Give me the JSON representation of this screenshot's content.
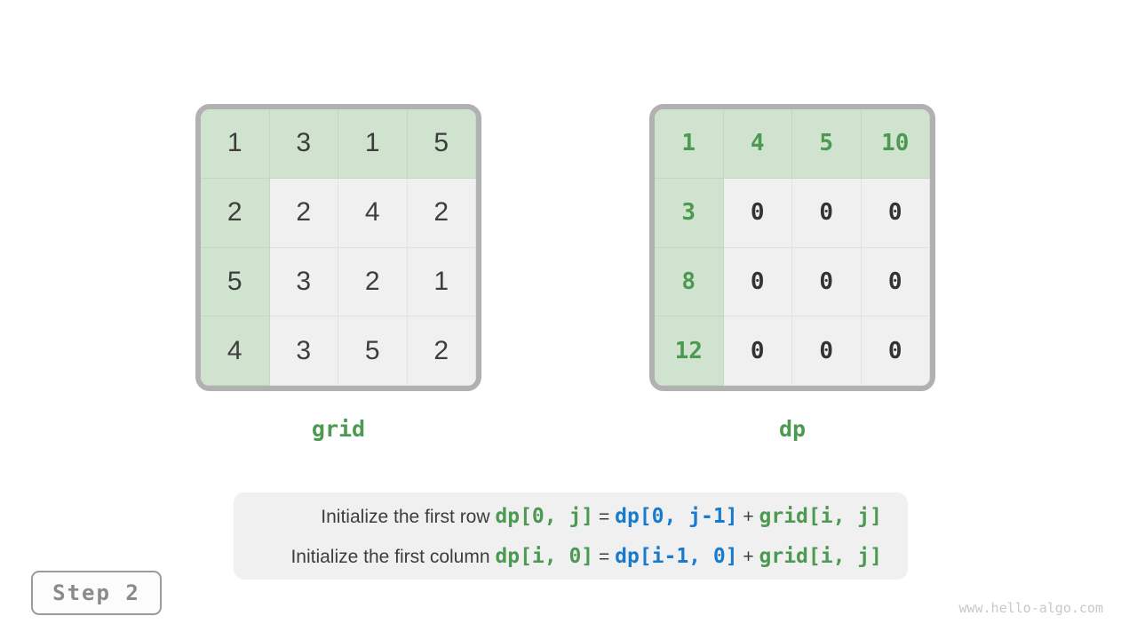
{
  "colors": {
    "green": "#4c9a52",
    "blue": "#187bcd",
    "cell_green": "#cfe3cf",
    "cell_gray": "#f0f0f0",
    "frame_gray": "#b1b1b1",
    "text_dark": "#3d3d3d",
    "caption_bg": "#f0f0f0",
    "badge_border": "#9b9b9b",
    "badge_text": "#8a8a8a",
    "watermark_gray": "#c8c8c8"
  },
  "grid_left": {
    "label": "grid",
    "rows": [
      [
        "1",
        "3",
        "1",
        "5"
      ],
      [
        "2",
        "2",
        "4",
        "2"
      ],
      [
        "5",
        "3",
        "2",
        "1"
      ],
      [
        "4",
        "3",
        "5",
        "2"
      ]
    ]
  },
  "grid_right": {
    "label": "dp",
    "rows": [
      [
        "1",
        "4",
        "5",
        "10"
      ],
      [
        "3",
        "0",
        "0",
        "0"
      ],
      [
        "8",
        "0",
        "0",
        "0"
      ],
      [
        "12",
        "0",
        "0",
        "0"
      ]
    ]
  },
  "caption": {
    "line1": [
      {
        "t": "Initialize the first row ",
        "c": "plain"
      },
      {
        "t": "dp[0, j]",
        "c": "green"
      },
      {
        "t": " = ",
        "c": "plain"
      },
      {
        "t": "dp[0, j-1]",
        "c": "blue"
      },
      {
        "t": " + ",
        "c": "plain"
      },
      {
        "t": "grid[i, j]",
        "c": "green"
      }
    ],
    "line2": [
      {
        "t": "Initialize the first column ",
        "c": "plain"
      },
      {
        "t": "dp[i, 0]",
        "c": "green"
      },
      {
        "t": " = ",
        "c": "plain"
      },
      {
        "t": "dp[i-1, 0]",
        "c": "blue"
      },
      {
        "t": " + ",
        "c": "plain"
      },
      {
        "t": "grid[i, j]",
        "c": "green"
      }
    ]
  },
  "step_badge": {
    "label": "Step 2"
  },
  "watermark": {
    "text": "www.hello-algo.com"
  }
}
